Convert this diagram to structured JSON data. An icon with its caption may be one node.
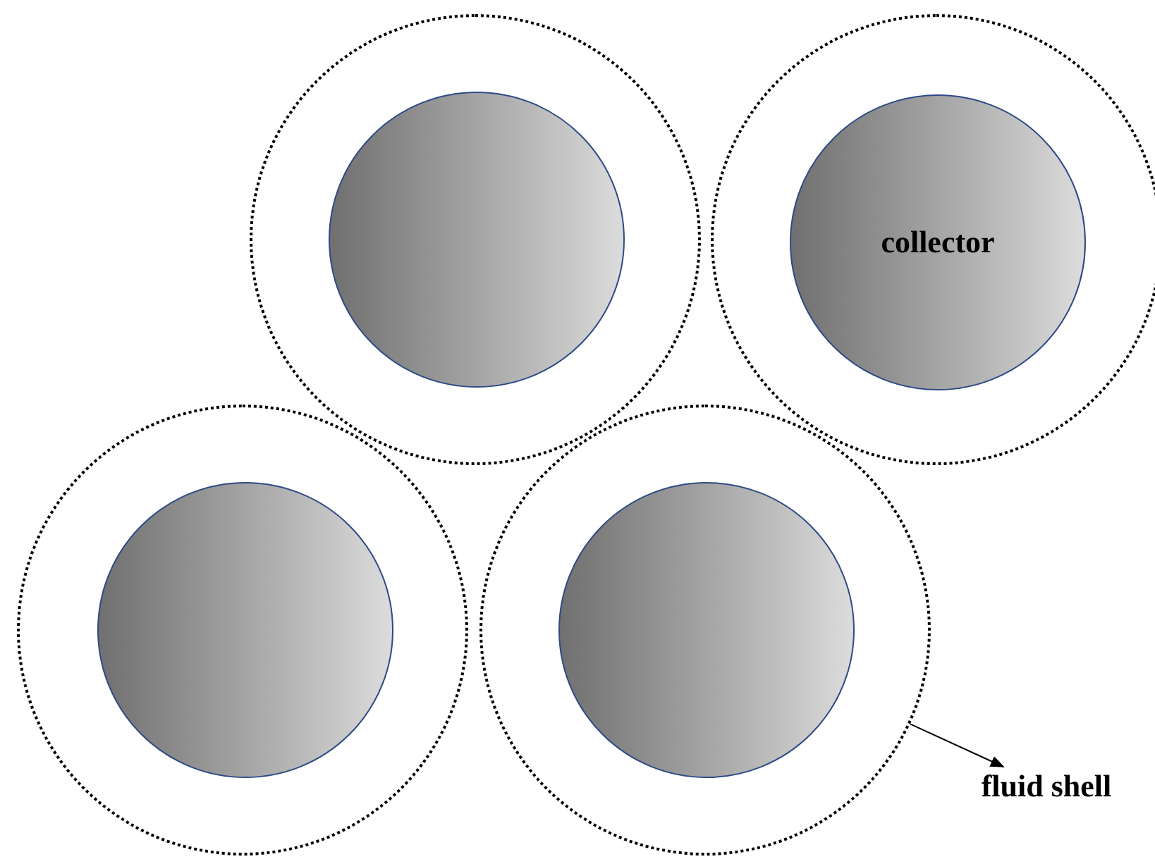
{
  "diagram": {
    "nodes": [
      {
        "text": [],
        "shape": "circle"
      },
      {
        "text": [],
        "shape": "circle",
        "in": 0
      },
      {
        "text": [],
        "shape": "circle"
      },
      {
        "text": [
          "collector"
        ],
        "in": 2
      },
      {
        "text": [],
        "shape": "circle"
      },
      {
        "text": [],
        "shape": "circle",
        "in": 4
      },
      {
        "text": [],
        "shape": "circle"
      },
      {
        "text": [],
        "shape": "circle",
        "in": 6
      },
      {
        "text": [
          "fluid shell"
        ]
      }
    ],
    "edges": [
      {
        "from": 6,
        "to": 8,
        "arrow": "to"
      }
    ]
  }
}
